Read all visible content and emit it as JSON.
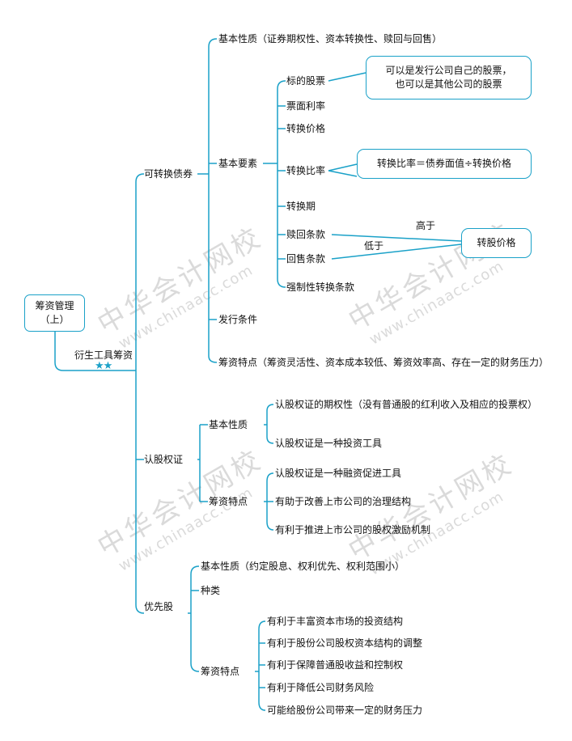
{
  "root": {
    "line1": "筹资管理",
    "line2": "（上）"
  },
  "branch": {
    "label": "衍生工具筹资",
    "stars": "★★"
  },
  "convertible": {
    "label": "可转换债券",
    "nature": "基本性质（证券期权性、资本转换性、赎回与回售）",
    "elements": {
      "label": "基本要素",
      "underlying": "标的股票",
      "coupon": "票面利率",
      "price": "转换价格",
      "ratio": "转换比率",
      "period": "转换期",
      "redemption": "赎回条款",
      "putback": "回售条款",
      "forced": "强制性转换条款"
    },
    "note_underlying_1": "可以是发行公司自己的股票，",
    "note_underlying_2": "也可以是其他公司的股票",
    "note_ratio": "转换比率＝债券面值÷转换价格",
    "note_price": "转股价格",
    "higher": "高于",
    "lower": "低于",
    "issue": "发行条件",
    "features": "筹资特点（筹资灵活性、资本成本较低、筹资效率高、存在一定的财务压力）"
  },
  "warrant": {
    "label": "认股权证",
    "nature_label": "基本性质",
    "nature_1": "认股权证的期权性（没有普通股的红利收入及相应的投票权）",
    "nature_2": "认股权证是一种投资工具",
    "feature_label": "筹资特点",
    "feature_1": "认股权证是一种融资促进工具",
    "feature_2": "有助于改善上市公司的治理结构",
    "feature_3": "有利于推进上市公司的股权激励机制"
  },
  "preferred": {
    "label": "优先股",
    "nature": "基本性质（约定股息、权利优先、权利范围小）",
    "kinds": "种类",
    "feature_label": "筹资特点",
    "feature_1": "有利于丰富资本市场的投资结构",
    "feature_2": "有利于股份公司股权资本结构的调整",
    "feature_3": "有利于保障普通股收益和控制权",
    "feature_4": "有利于降低公司财务风险",
    "feature_5": "可能给股份公司带来一定的财务压力"
  },
  "watermark": {
    "cn": "中华会计网校",
    "en": "www.chinaacc.com"
  },
  "colors": {
    "line": "#1aa1c8",
    "text": "#111111",
    "watermark": "#c8c8c8"
  }
}
